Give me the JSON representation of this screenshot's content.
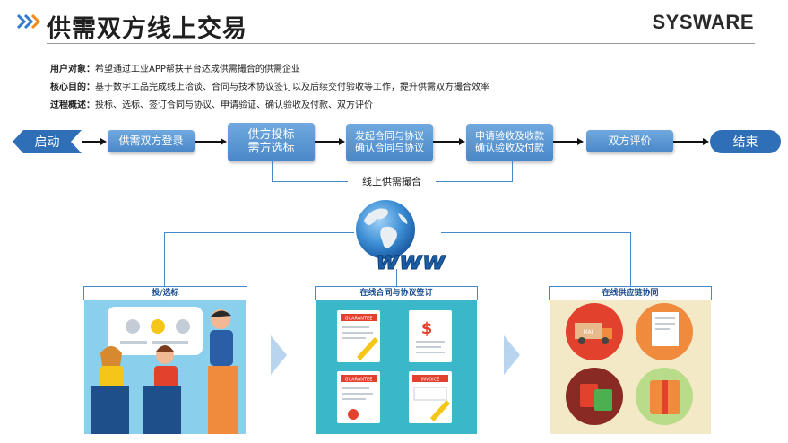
{
  "header": {
    "title": "供需双方线上交易",
    "brand": "SYSWARE"
  },
  "info": [
    {
      "label": "用户对象：",
      "text": "希望通过工业APP帮扶平台达成供需撮合的供需企业"
    },
    {
      "label": "核心目的：",
      "text": "基于数字工品完成线上洽谈、合同与技术协议签订以及后续交付验收等工作，提升供需双方撮合效率"
    },
    {
      "label": "过程概述：",
      "text": "投标、选标、签订合同与协议、申请验证、确认验收及付款、双方评价"
    }
  ],
  "flow": {
    "start": "启动",
    "end": "结束",
    "steps": [
      {
        "line1": "供需双方登录",
        "line2": ""
      },
      {
        "line1": "供方投标",
        "line2": "需方选标"
      },
      {
        "line1": "发起合同与协议",
        "line2": "确认合同与协议"
      },
      {
        "line1": "申请验收及收款",
        "line2": "确认验收及付款"
      },
      {
        "line1": "双方评价",
        "line2": ""
      }
    ],
    "group_label": "线上供需撮合"
  },
  "globe_text": "www",
  "panels": [
    {
      "title": "投/选标"
    },
    {
      "title": "在线合同与协议签订"
    },
    {
      "title": "在线供应链协同"
    }
  ],
  "docs": {
    "guarantee": "GUARANTEE",
    "invoice": "INVOICE",
    "dollar": "$"
  },
  "truck_text": "MAI",
  "colors": {
    "flow_blue": "#2e6fb8",
    "step_blue": "#5b98d6",
    "panel_border": "#4a87c8",
    "chevron": "#b9d4ee"
  }
}
